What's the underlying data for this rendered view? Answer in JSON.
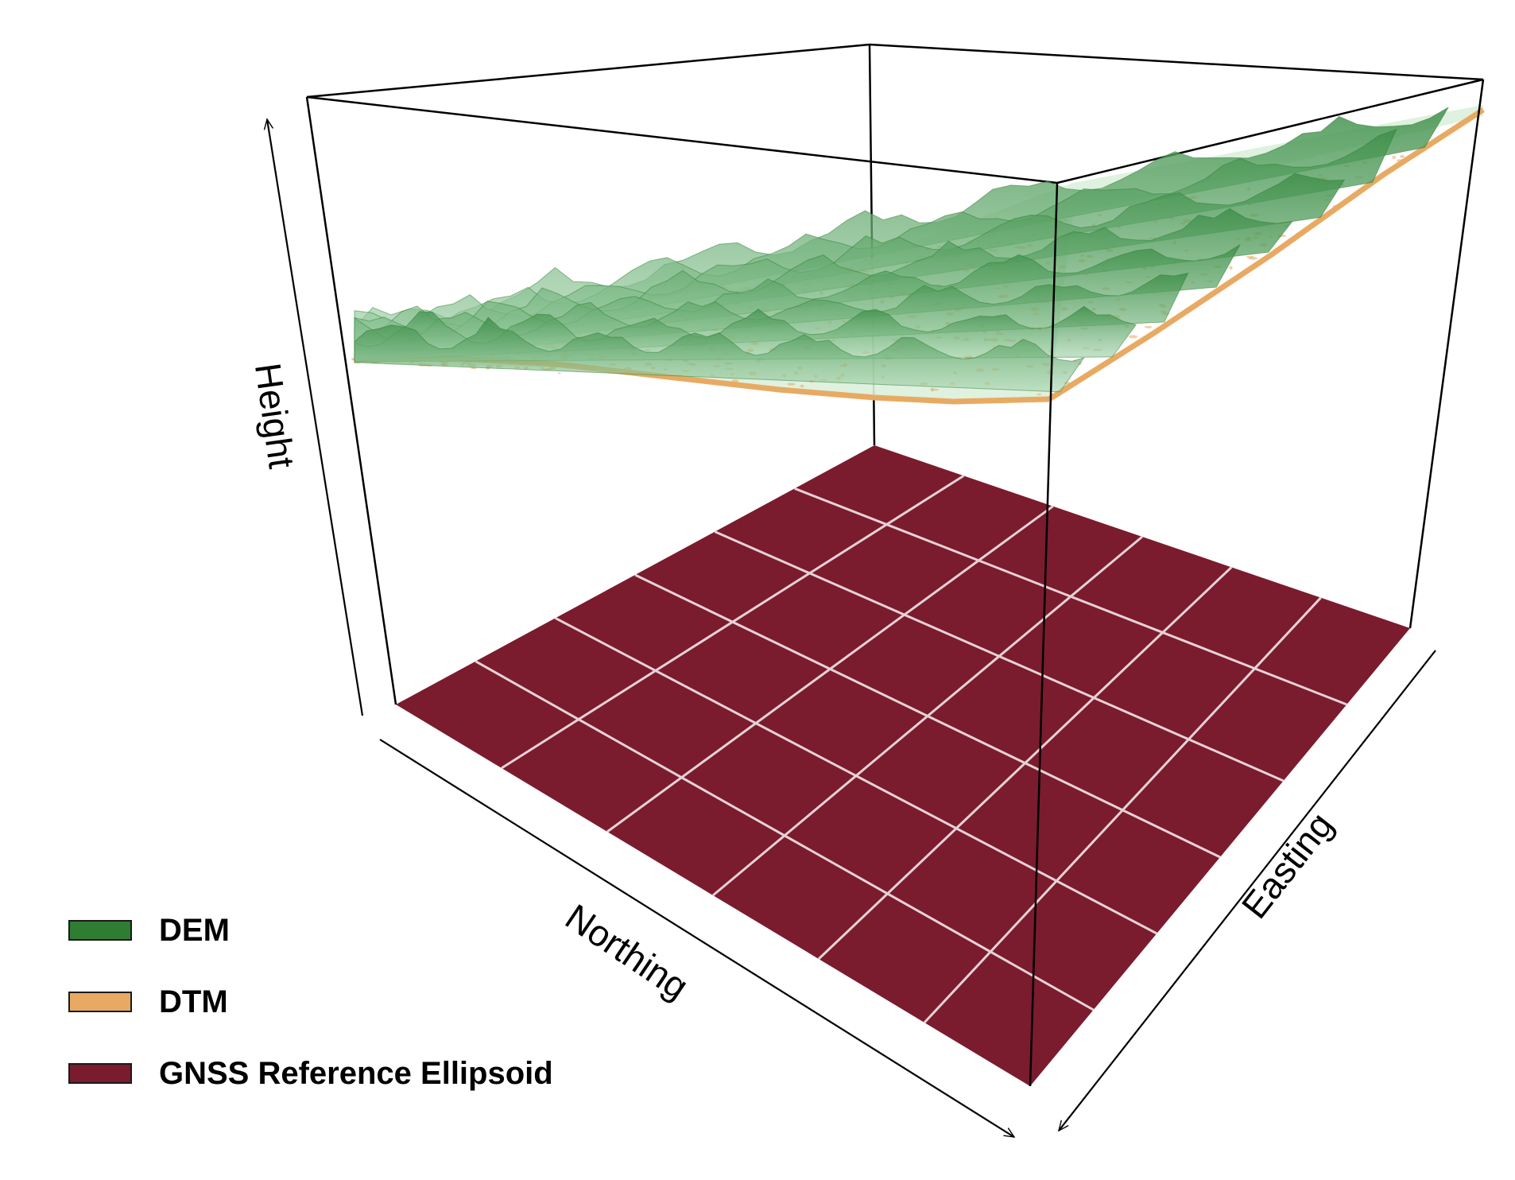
{
  "axes": {
    "height_label": "Height",
    "northing_label": "Northing",
    "easting_label": "Easting"
  },
  "colors": {
    "dem": "#2e7d32",
    "dem_light": "#cfe8d2",
    "dtm": "#e8aa62",
    "ellipsoid": "#7b1b2e",
    "grid_line": "#e6d2d6",
    "box_line": "#000000"
  },
  "legend": [
    {
      "label": "DEM",
      "color": "#2e7d32"
    },
    {
      "label": "DTM",
      "color": "#e8aa62"
    },
    {
      "label": "GNSS Reference Ellipsoid",
      "color": "#7b1b2e"
    }
  ],
  "ellipsoid_grid": {
    "rows": 6,
    "cols": 6
  }
}
